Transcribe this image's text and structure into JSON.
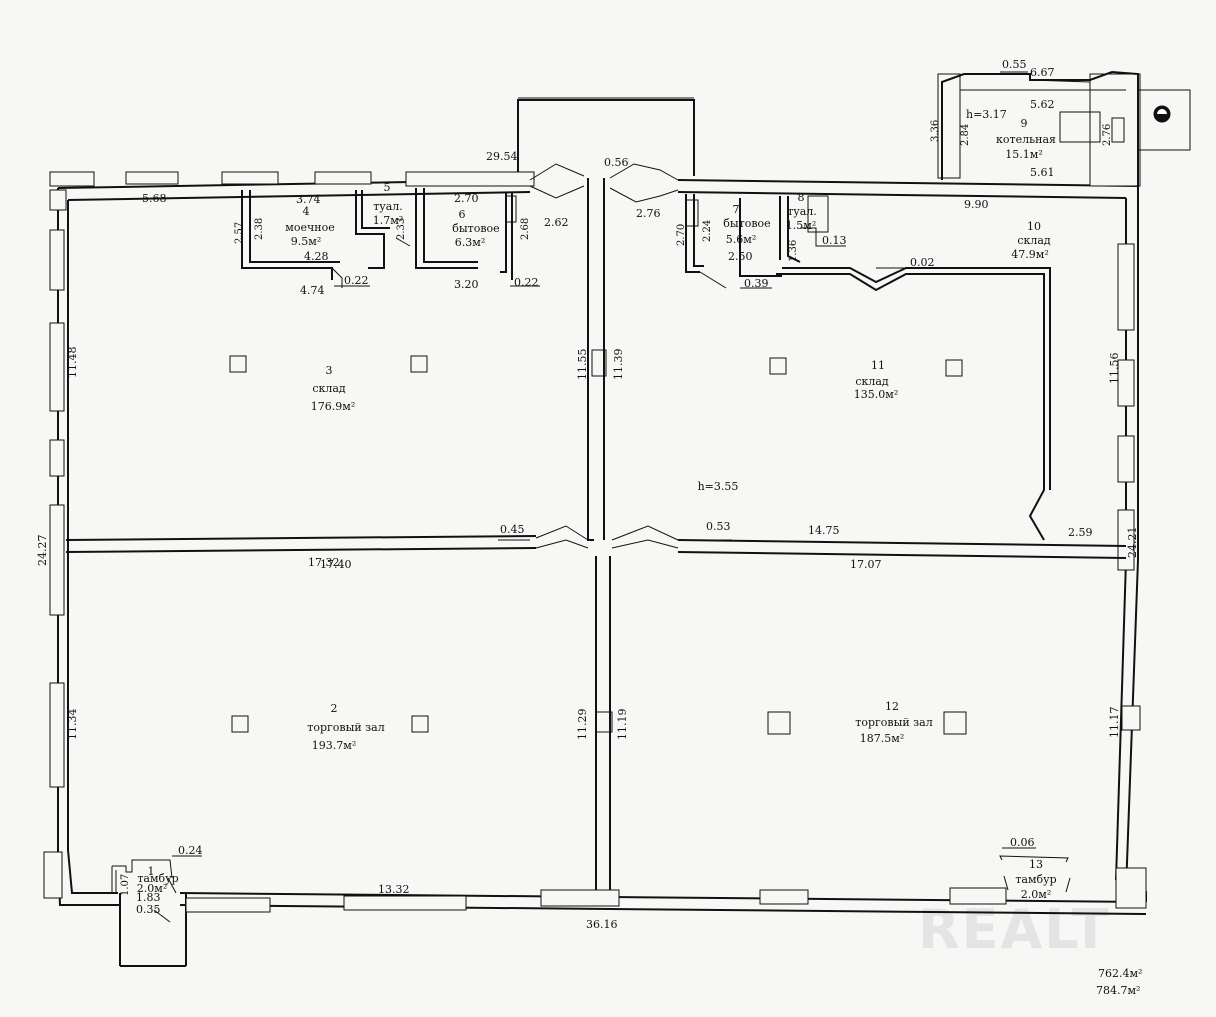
{
  "rooms": [
    {
      "num": "1",
      "name": "тамбур",
      "area": "2.0м²"
    },
    {
      "num": "2",
      "name": "торговый зал",
      "area": "193.7м²"
    },
    {
      "num": "3",
      "name": "склад",
      "area": "176.9м²"
    },
    {
      "num": "4",
      "name": "моечное",
      "area": "9.5м²"
    },
    {
      "num": "5",
      "name": "туал.",
      "area": "1.7м²"
    },
    {
      "num": "6",
      "name": "бытовое",
      "area": "6.3м²"
    },
    {
      "num": "7",
      "name": "бытовое",
      "area": "5.6м²"
    },
    {
      "num": "8",
      "name": "туал.",
      "area": "1.5м²"
    },
    {
      "num": "9",
      "name": "котельная",
      "area": "15.1м²",
      "height": "h=3.17"
    },
    {
      "num": "10",
      "name": "склад",
      "area": "47.9м²"
    },
    {
      "num": "11",
      "name": "склад",
      "area": "135.0м²"
    },
    {
      "num": "12",
      "name": "торговый зал",
      "area": "187.5м²"
    },
    {
      "num": "13",
      "name": "тамбур",
      "area": "2.0м²"
    }
  ],
  "ceiling_height": "h=3.55",
  "dimensions": {
    "d_29_54": "29.54",
    "d_0_56": "0.56",
    "d_5_68": "5.68",
    "d_3_74": "3.74",
    "d_2_70a": "2.70",
    "d_2_57": "2.57",
    "d_2_38": "2.38",
    "d_2_33": "2.33",
    "d_2_68": "2.68",
    "d_4_28": "4.28",
    "d_4_74": "4.74",
    "d_0_22a": "0.22",
    "d_3_20": "3.20",
    "d_0_22b": "0.22",
    "d_2_62": "2.62",
    "d_2_76": "2.76",
    "d_2_70b": "2.70",
    "d_2_24": "2.24",
    "d_2_50": "2.50",
    "d_0_39": "0.39",
    "d_1_36": "1.36",
    "d_0_13": "0.13",
    "d_9_90": "9.90",
    "d_0_02": "0.02",
    "d_5_61": "5.61",
    "d_0_55": "0.55",
    "d_6_67": "6.67",
    "d_5_62": "5.62",
    "d_3_36": "3.36",
    "d_2_84": "2.84",
    "d_2_76b": "2.76",
    "d_11_48": "11.48",
    "d_11_55": "11.55",
    "d_11_39": "11.39",
    "d_11_56": "11.56",
    "d_24_27": "24.27",
    "d_24_21": "24.21",
    "d_17_32": "17.32",
    "d_0_45": "0.45",
    "d_0_53": "0.53",
    "d_14_75": "14.75",
    "d_2_59": "2.59",
    "d_17_40": "17.40",
    "d_17_07": "17.07",
    "d_11_34": "11.34",
    "d_11_29": "11.29",
    "d_11_19": "11.19",
    "d_11_17": "11.17",
    "d_0_24": "0.24",
    "d_1_07": "1.07",
    "d_1_83": "1.83",
    "d_0_35": "0.35",
    "d_13_32": "13.32",
    "d_36_16": "36.16",
    "d_0_06": "0.06"
  },
  "totals": {
    "area_main": "762.4м²",
    "area_total": "784.7м²"
  },
  "watermark": "REALT"
}
